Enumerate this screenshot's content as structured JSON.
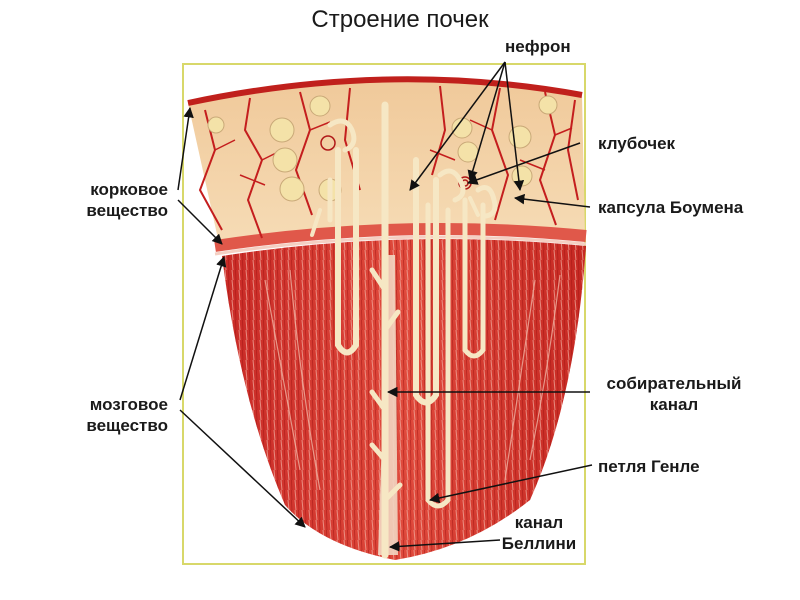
{
  "title": "Строение почек",
  "labels": {
    "nephron": "нефрон",
    "glomerulus": "клубочек",
    "bowman_capsule": "капсула Боумена",
    "cortex_line1": "корковое",
    "cortex_line2": "вещество",
    "medulla_line1": "мозговое",
    "medulla_line2": "вещество",
    "collecting_duct_line1": "собирательный",
    "collecting_duct_line2": "канал",
    "loop_of_henle": "петля Генле",
    "bellini_line1": "канал",
    "bellini_line2": "Беллини"
  },
  "colors": {
    "cortex": "#f3d2a6",
    "medulla": "#d8362e",
    "vessel": "#c41e1e",
    "tubule": "#f6e7c4",
    "frame_border": "#d8d86a"
  }
}
